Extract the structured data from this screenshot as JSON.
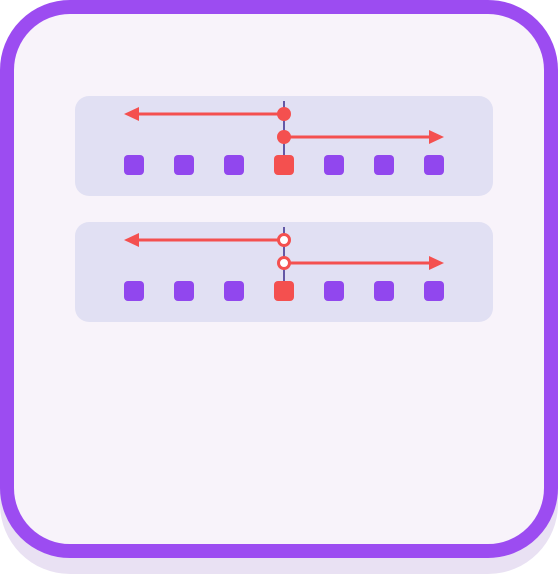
{
  "colors": {
    "card_border": "#9c4cf1",
    "card_fill": "#f8f3fa",
    "card_shadow": "#e9e1f3",
    "panel_fill": "#e1e0f3",
    "square": "#9147ee",
    "highlight": "#f4504f",
    "ray": "#f4504f",
    "divider": "#3a2a8c",
    "open_point_fill": "#ffffff"
  },
  "diagram": {
    "squares_per_row": 7,
    "highlighted_index": 3,
    "rows": [
      {
        "point_style": "closed",
        "left_ray": true,
        "right_ray": true
      },
      {
        "point_style": "open",
        "left_ray": true,
        "right_ray": true
      }
    ]
  }
}
